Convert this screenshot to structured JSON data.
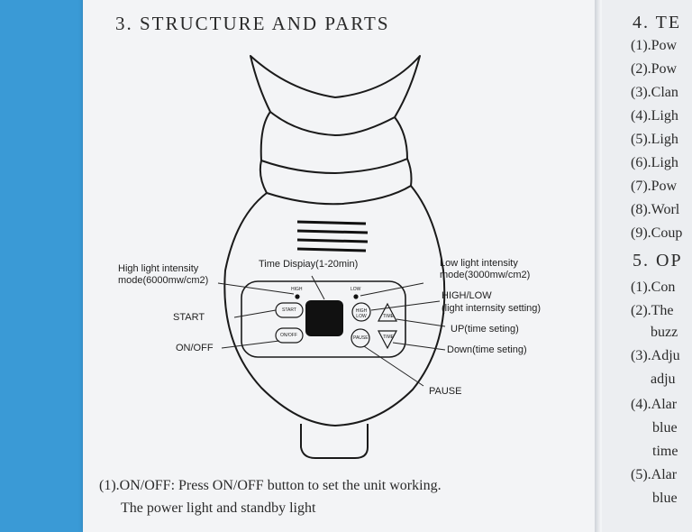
{
  "left_page": {
    "heading": "3. STRUCTURE AND PARTS",
    "device": {
      "labels": {
        "high_mode": "High light intensity",
        "high_mode_2": "mode(6000mw/cm2)",
        "time_display": "Time Dispiay(1-20min)",
        "low_mode": "Low light intensity",
        "low_mode_2": "mode(3000mw/cm2)",
        "high_low": "HIGH/LOW",
        "high_low_2": "(light internsity setting)",
        "start": "START",
        "up": "UP(time seting)",
        "on_off": "ON/OFF",
        "down": "Down(time seting)",
        "pause": "PAUSE"
      },
      "panel": {
        "high_led": "HIGH",
        "low_led": "LOW",
        "start_btn": "START",
        "onoff_btn": "ON/OFF",
        "highlow_btn": "HIGH LOW",
        "pause_btn": "PAUSE",
        "up_btn": "TIME",
        "down_btn": "TIME"
      }
    },
    "paragraph_1": "(1).ON/OFF: Press ON/OFF button to set the unit working.",
    "paragraph_2": "The power light and standby light"
  },
  "right_page": {
    "heading_4": "4. TE",
    "items": [
      "(1).Pow",
      "(2).Pow",
      "(3).Clan",
      "(4).Ligh",
      "(5).Ligh",
      "(6).Ligh",
      "(7).Pow",
      "(8).Worl",
      "(9).Coup"
    ],
    "heading_5": "5. OP",
    "items_2": [
      "(1).Con",
      "(2).The",
      "buzz",
      "(3).Adju",
      "adju",
      "(4).Alar",
      "blue",
      "time",
      "(5).Alar",
      "blue"
    ]
  }
}
